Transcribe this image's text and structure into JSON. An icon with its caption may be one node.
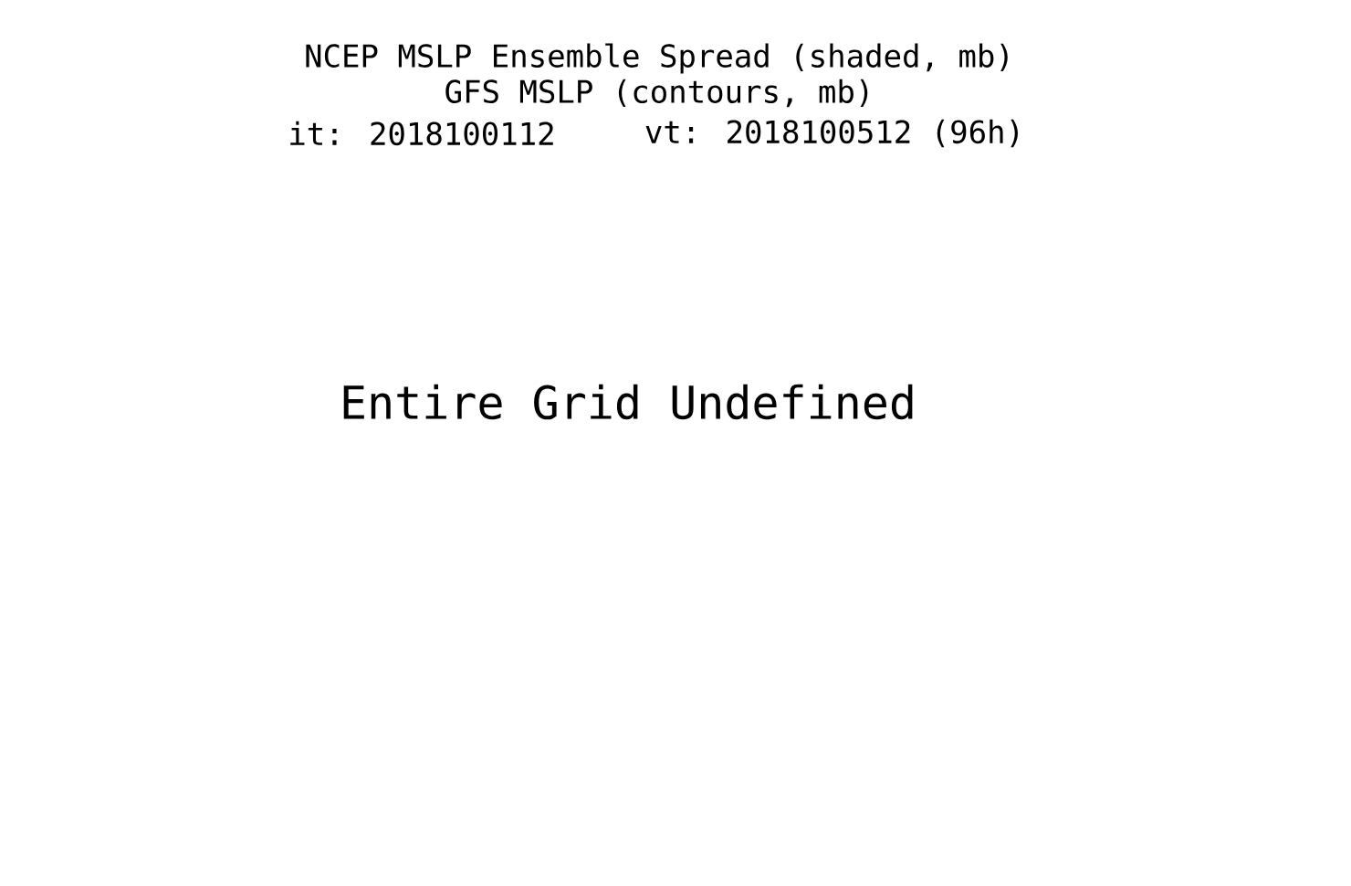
{
  "diagram": {
    "title": "NCEP MSLP Ensemble Spread (shaded, mb)",
    "labels": [
      "GFS MSLP (contours, mb)",
      "it: 2018100112",
      "vt: 2018100512 (96h)",
      "Entire Grid Undefined"
    ]
  }
}
